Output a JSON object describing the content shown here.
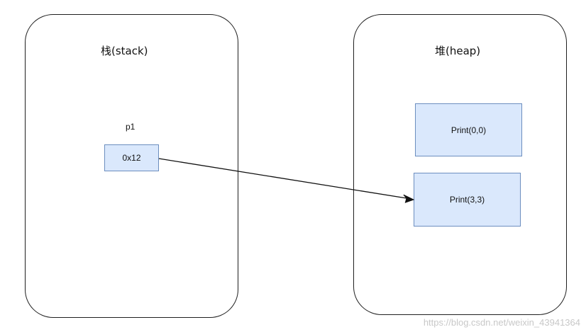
{
  "stack": {
    "title": "栈(stack)",
    "variable_label": "p1",
    "pointer_value": "0x12"
  },
  "heap": {
    "title": "堆(heap)",
    "objects": [
      {
        "label": "Print(0,0)"
      },
      {
        "label": "Print(3,3)"
      }
    ]
  },
  "arrow": {
    "from": "0x12",
    "to": "Print(3,3)"
  },
  "watermark": "https://blog.csdn.net/weixin_43941364",
  "colors": {
    "box_fill": "#dae8fc",
    "box_stroke": "#6c8ebf",
    "panel_stroke": "#1f1f1f"
  }
}
